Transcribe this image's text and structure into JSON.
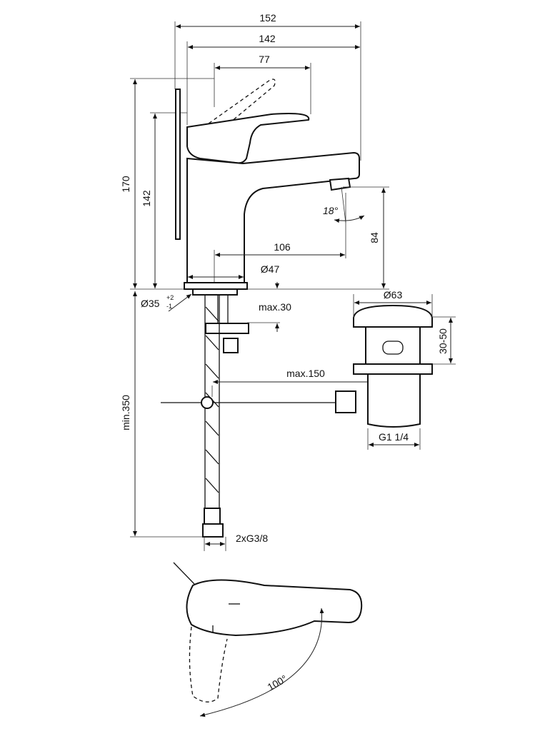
{
  "dimensions": {
    "overall_width": "152",
    "body_width": "142",
    "lever_reach": "77",
    "total_height": "170",
    "spout_height": "142",
    "spout_angle": "18°",
    "spout_to_base": "84",
    "spout_projection": "106",
    "base_diameter": "Ø47",
    "hole_diameter": "Ø35",
    "hole_tol_upper": "+2",
    "hole_tol_lower": "-1",
    "deck_thickness": "max.30",
    "hose_length": "min.350",
    "pull_rod_length": "max.150",
    "waste_diameter": "Ø63",
    "waste_range": "30-50",
    "waste_thread": "G1 1/4",
    "hose_thread": "2xG3/8",
    "lever_rotation": "100°"
  },
  "colors": {
    "line": "#111111",
    "background": "#ffffff"
  }
}
